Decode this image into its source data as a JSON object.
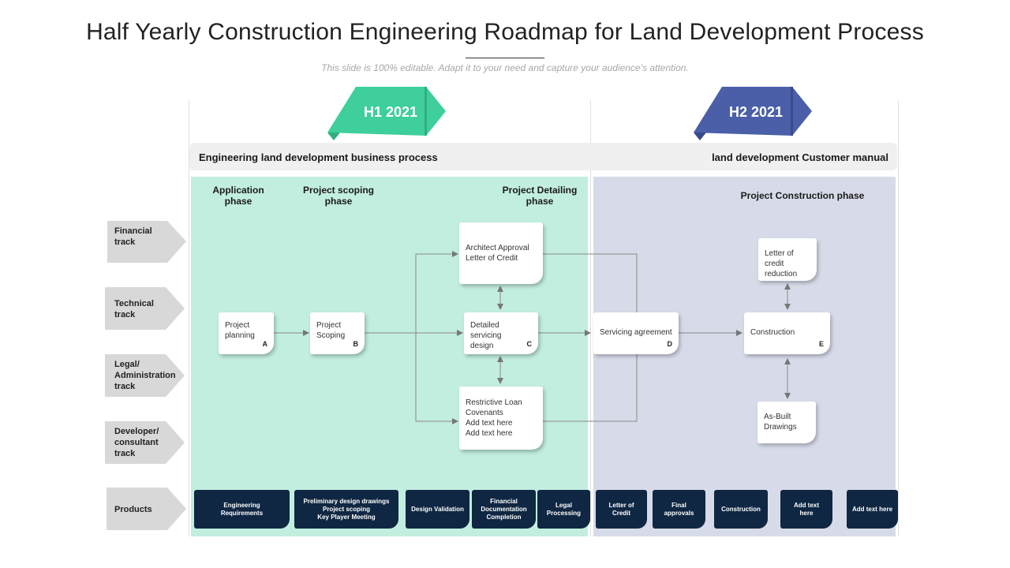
{
  "header": {
    "title": "Half Yearly Construction Engineering Roadmap for Land Development Process",
    "subtitle": "This slide is 100% editable. Adapt it to your need and capture your audience’s attention."
  },
  "halves": [
    {
      "label": "H1 2021",
      "color": "#3ecf9a"
    },
    {
      "label": "H2 2021",
      "color": "#4a5fa8"
    }
  ],
  "banner": {
    "left": "Engineering land development business  process",
    "right": "land development Customer manual"
  },
  "phases": {
    "application": "Application\nphase",
    "scoping": "Project scoping\nphase",
    "detailing": "Project Detailing\nphase",
    "construction": "Project Construction phase"
  },
  "tracks": [
    "Financial track",
    "Technical\ntrack",
    "Legal/\nAdministration\ntrack",
    "Developer/\nconsultant\ntrack",
    "Products"
  ],
  "steps": {
    "planning": {
      "text": "Project\nplanning",
      "letter": "A"
    },
    "scoping": {
      "text": "Project\nScoping",
      "letter": "B"
    },
    "detailed": {
      "text": "Detailed servicing\ndesign",
      "letter": "C"
    },
    "servicing": {
      "text": "Servicing agreement",
      "letter": "D"
    },
    "construction": {
      "text": "Construction",
      "letter": "E"
    },
    "architect": {
      "text": "Architect Approval\nLetter of Credit"
    },
    "restrictive": {
      "text": "Restrictive Loan\nCovenants\nAdd text here\nAdd text here"
    },
    "credit_reduction": {
      "text": "Letter of credit\nreduction"
    },
    "as_built": {
      "text": "As-Built\nDrawings"
    }
  },
  "products": [
    "Engineering\nRequirements",
    "Preliminary  design drawings\nProject scoping\nKey Player  Meeting",
    "Design Validation",
    "Financial\nDocumentation\nCompletion",
    "Legal\nProcessing",
    "Letter of\nCredit",
    "Final\napprovals",
    "Construction",
    "Add text\nhere",
    "Add text here"
  ]
}
